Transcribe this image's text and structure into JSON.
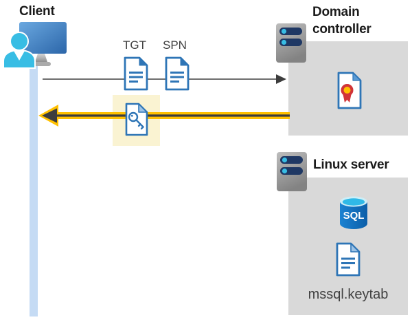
{
  "diagram": {
    "client": {
      "label": "Client"
    },
    "request": {
      "tgt_label": "TGT",
      "spn_label": "SPN"
    },
    "domain_controller": {
      "label": "Domain controller"
    },
    "linux_server": {
      "label": "Linux server",
      "sql_icon_text": "SQL",
      "keytab_file": "mssql.keytab"
    },
    "colors": {
      "heading_text": "#1b1b1b",
      "label_text": "#404040",
      "container_gray": "#d9d9d9",
      "client_timeline_blue": "#c5dbf4",
      "highlight_box": "#faf3d2",
      "highlight_arrow_yellow": "#ffc000",
      "arrow_dark": "#3d3d3d",
      "request_arrow_gray": "#595959",
      "document_blue": "#2e75b6",
      "fold_light_blue": "#9dc3e6",
      "fold_mid_blue": "#5b9bd5",
      "person_cyan": "#38bde4",
      "server_bar_navy": "#1f3864",
      "certificate_red": "#d13438",
      "certificate_gold": "#ffc000"
    }
  }
}
